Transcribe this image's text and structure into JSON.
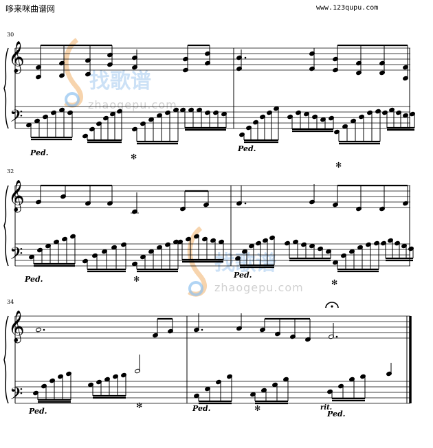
{
  "header": {
    "site_title": "哆来咪曲谱网",
    "site_url": "www.123qupu.com"
  },
  "watermark": {
    "title": "找歌谱",
    "url": "zhaogepu.com",
    "colors": {
      "blue": "#8ec2f0",
      "orange": "#f4c28a",
      "gray": "#c9c9c9"
    }
  },
  "score": {
    "measure_numbers": [
      "30",
      "32",
      "34"
    ],
    "pedal_mark": "Ped.",
    "pedal_release": "✻",
    "tempo_text": "rit.",
    "final_symbol": "fermata"
  }
}
